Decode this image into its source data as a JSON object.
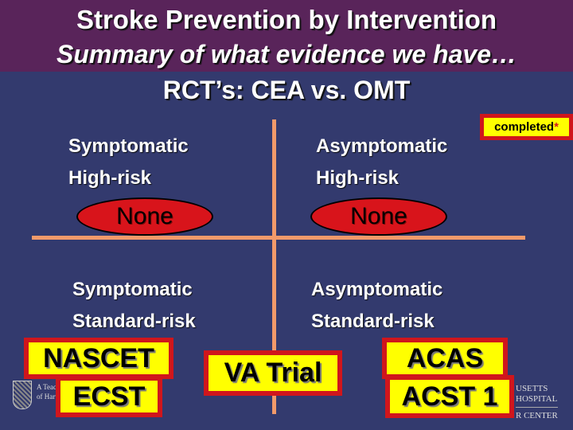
{
  "title": {
    "line1": "Stroke Prevention by Intervention",
    "line2": "Summary of what evidence we have…",
    "line3": "RCT’s: CEA vs. OMT"
  },
  "badge": {
    "label": "completed",
    "asterisk": "*"
  },
  "quadrants": {
    "top_left": {
      "line1": "Symptomatic",
      "line2": "High-risk",
      "result": "None"
    },
    "top_right": {
      "line1": "Asymptomatic",
      "line2": "High-risk",
      "result": "None"
    },
    "bottom_left": {
      "line1": "Symptomatic",
      "line2": "Standard-risk",
      "trials": [
        "NASCET",
        "ECST"
      ]
    },
    "bottom_right": {
      "line1": "Asymptomatic",
      "line2": "Standard-risk",
      "trials": [
        "ACAS",
        "ACST 1"
      ]
    },
    "center": {
      "trial": "VA Trial"
    }
  },
  "logos": {
    "left": [
      "A Teach",
      "of Harv"
    ],
    "right": [
      "USETTS",
      "HOSPITAL",
      "R CENTER"
    ]
  },
  "colors": {
    "title_band": "#59245a",
    "background": "#333a6e",
    "divider": "#f29a6a",
    "box_fill": "#ffff00",
    "box_border": "#d0161c",
    "oval": "#d8141b"
  }
}
